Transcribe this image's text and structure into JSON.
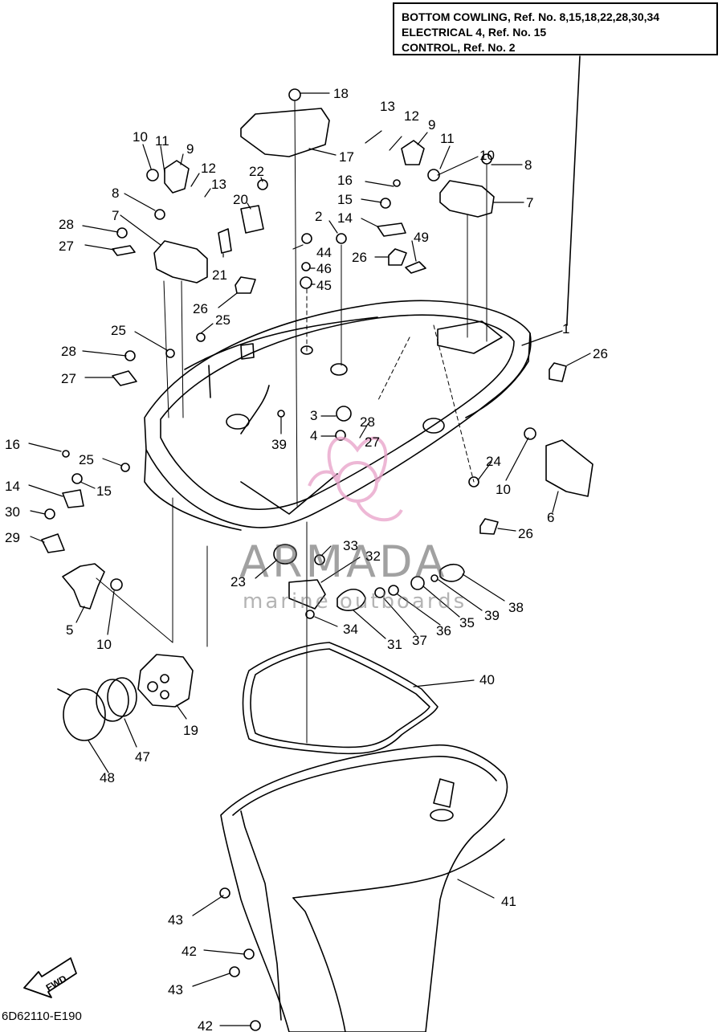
{
  "reference_box": {
    "lines": [
      "BOTTOM COWLING, Ref. No. 8,15,18,22,28,30,34",
      "ELECTRICAL 4, Ref. No. 15",
      "CONTROL, Ref. No. 2"
    ]
  },
  "diagram_code": "6D62110-E190",
  "fwd_label": "FWD",
  "watermark": {
    "name": "ARMADA",
    "subtitle": "marine outboards",
    "color": "#e8a0c8"
  },
  "callouts": [
    {
      "id": "c18",
      "label": "18"
    },
    {
      "id": "c17",
      "label": "17"
    },
    {
      "id": "c13a",
      "label": "13"
    },
    {
      "id": "c12a",
      "label": "12"
    },
    {
      "id": "c9a",
      "label": "9"
    },
    {
      "id": "c11a",
      "label": "11"
    },
    {
      "id": "c10a",
      "label": "10"
    },
    {
      "id": "c8a",
      "label": "8"
    },
    {
      "id": "c7a",
      "label": "7"
    },
    {
      "id": "c16a",
      "label": "16"
    },
    {
      "id": "c15a",
      "label": "15"
    },
    {
      "id": "c14a",
      "label": "14"
    },
    {
      "id": "c49",
      "label": "49"
    },
    {
      "id": "c26a",
      "label": "26"
    },
    {
      "id": "c2",
      "label": "2"
    },
    {
      "id": "c44",
      "label": "44"
    },
    {
      "id": "c46",
      "label": "46"
    },
    {
      "id": "c45",
      "label": "45"
    },
    {
      "id": "c22",
      "label": "22"
    },
    {
      "id": "c20",
      "label": "20"
    },
    {
      "id": "c21",
      "label": "21"
    },
    {
      "id": "c10b",
      "label": "10"
    },
    {
      "id": "c11b",
      "label": "11"
    },
    {
      "id": "c9b",
      "label": "9"
    },
    {
      "id": "c12b",
      "label": "12"
    },
    {
      "id": "c13b",
      "label": "13"
    },
    {
      "id": "c8b",
      "label": "8"
    },
    {
      "id": "c7b",
      "label": "7"
    },
    {
      "id": "c28a",
      "label": "28"
    },
    {
      "id": "c27a",
      "label": "27"
    },
    {
      "id": "c26b",
      "label": "26"
    },
    {
      "id": "c25a",
      "label": "25"
    },
    {
      "id": "c25b",
      "label": "25"
    },
    {
      "id": "c28b",
      "label": "28"
    },
    {
      "id": "c27b",
      "label": "27"
    },
    {
      "id": "c1",
      "label": "1"
    },
    {
      "id": "c26c",
      "label": "26"
    },
    {
      "id": "c3",
      "label": "3"
    },
    {
      "id": "c4",
      "label": "4"
    },
    {
      "id": "c28c",
      "label": "28"
    },
    {
      "id": "c27c",
      "label": "27"
    },
    {
      "id": "c39a",
      "label": "39"
    },
    {
      "id": "c16b",
      "label": "16"
    },
    {
      "id": "c25c",
      "label": "25"
    },
    {
      "id": "c15b",
      "label": "15"
    },
    {
      "id": "c14b",
      "label": "14"
    },
    {
      "id": "c30",
      "label": "30"
    },
    {
      "id": "c29",
      "label": "29"
    },
    {
      "id": "c24",
      "label": "24"
    },
    {
      "id": "c10c",
      "label": "10"
    },
    {
      "id": "c6",
      "label": "6"
    },
    {
      "id": "c26d",
      "label": "26"
    },
    {
      "id": "c33",
      "label": "33"
    },
    {
      "id": "c32",
      "label": "32"
    },
    {
      "id": "c23",
      "label": "23"
    },
    {
      "id": "c5",
      "label": "5"
    },
    {
      "id": "c10d",
      "label": "10"
    },
    {
      "id": "c34",
      "label": "34"
    },
    {
      "id": "c31",
      "label": "31"
    },
    {
      "id": "c37",
      "label": "37"
    },
    {
      "id": "c36",
      "label": "36"
    },
    {
      "id": "c35",
      "label": "35"
    },
    {
      "id": "c39b",
      "label": "39"
    },
    {
      "id": "c38",
      "label": "38"
    },
    {
      "id": "c40",
      "label": "40"
    },
    {
      "id": "c19",
      "label": "19"
    },
    {
      "id": "c47",
      "label": "47"
    },
    {
      "id": "c48",
      "label": "48"
    },
    {
      "id": "c41",
      "label": "41"
    },
    {
      "id": "c43a",
      "label": "43"
    },
    {
      "id": "c42a",
      "label": "42"
    },
    {
      "id": "c43b",
      "label": "43"
    },
    {
      "id": "c42b",
      "label": "42"
    }
  ]
}
